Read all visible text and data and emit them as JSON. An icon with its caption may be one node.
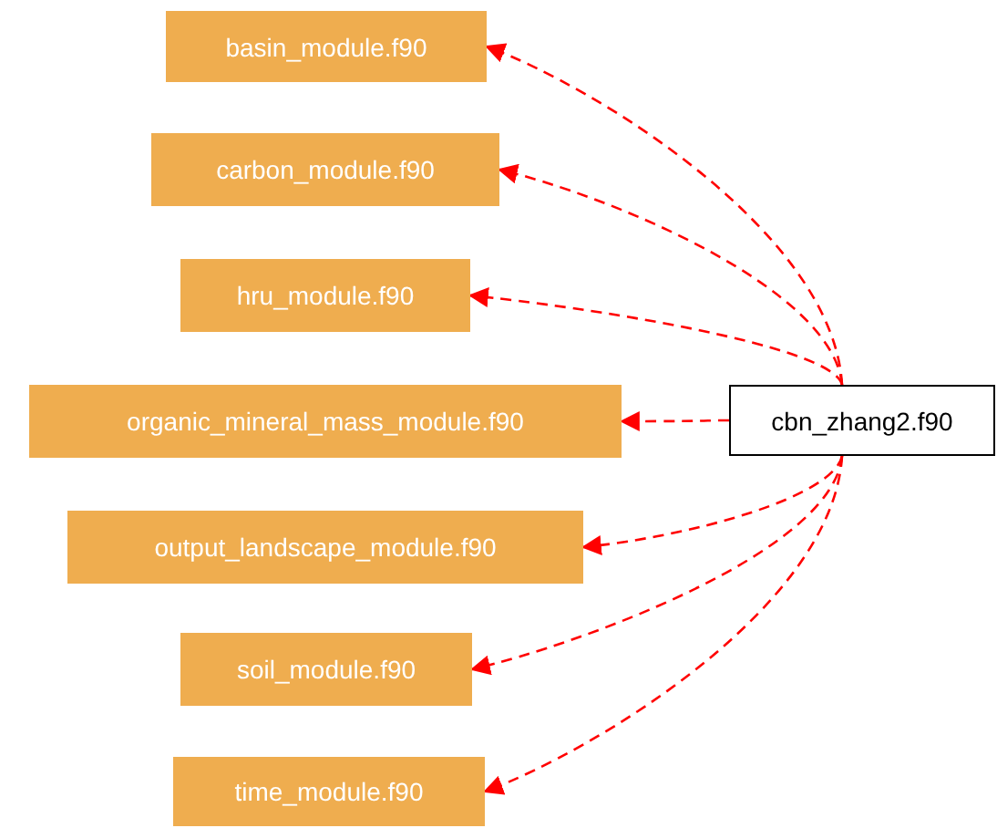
{
  "diagram": {
    "nodes": [
      {
        "text": [
          "basin_module.f90"
        ]
      },
      {
        "text": [
          "carbon_module.f90"
        ]
      },
      {
        "text": [
          "hru_module.f90"
        ]
      },
      {
        "text": [
          "organic_mineral_mass_module.f90"
        ]
      },
      {
        "text": [
          "output_landscape_module.f90"
        ]
      },
      {
        "text": [
          "soil_module.f90"
        ]
      },
      {
        "text": [
          "time_module.f90"
        ]
      },
      {
        "text": [
          "cbn_zhang2.f90"
        ]
      }
    ],
    "edges": [
      {
        "from": 7,
        "to": 0,
        "arrow": "to",
        "style": "dashed"
      },
      {
        "from": 7,
        "to": 1,
        "arrow": "to",
        "style": "dashed"
      },
      {
        "from": 7,
        "to": 2,
        "arrow": "to",
        "style": "dashed"
      },
      {
        "from": 7,
        "to": 3,
        "arrow": "to",
        "style": "dashed"
      },
      {
        "from": 7,
        "to": 4,
        "arrow": "to",
        "style": "dashed"
      },
      {
        "from": 7,
        "to": 5,
        "arrow": "to",
        "style": "dashed"
      },
      {
        "from": 7,
        "to": 6,
        "arrow": "to",
        "style": "dashed"
      }
    ]
  }
}
